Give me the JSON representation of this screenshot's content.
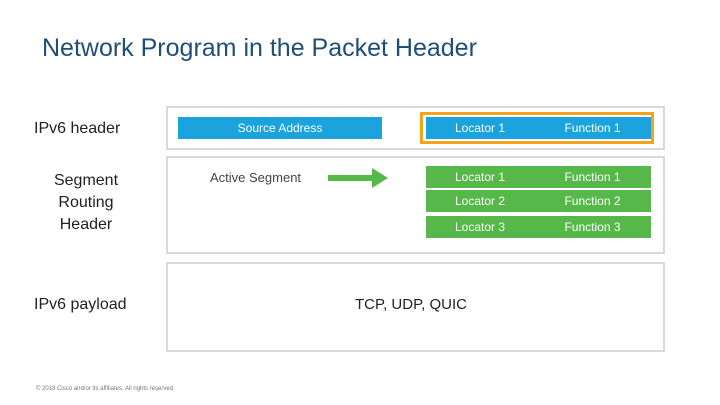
{
  "title": "Network Program in the Packet Header",
  "labels": {
    "ipv6_header": "IPv6 header",
    "srh_line1": "Segment",
    "srh_line2": "Routing",
    "srh_line3": "Header",
    "ipv6_payload": "IPv6 payload"
  },
  "header_row": {
    "source_address": "Source Address",
    "locator": "Locator 1",
    "function": "Function 1"
  },
  "active_segment": "Active Segment",
  "segments": [
    {
      "locator": "Locator 1",
      "function": "Function 1"
    },
    {
      "locator": "Locator 2",
      "function": "Function 2"
    },
    {
      "locator": "Locator 3",
      "function": "Function 3"
    }
  ],
  "payload": "TCP, UDP, QUIC",
  "footer": "© 2018 Cisco and/or its affiliates. All rights reserved.",
  "colors": {
    "blue": "#1aa3dc",
    "green": "#56b848",
    "highlight": "#f4a31c",
    "arrow": "#56b848"
  }
}
